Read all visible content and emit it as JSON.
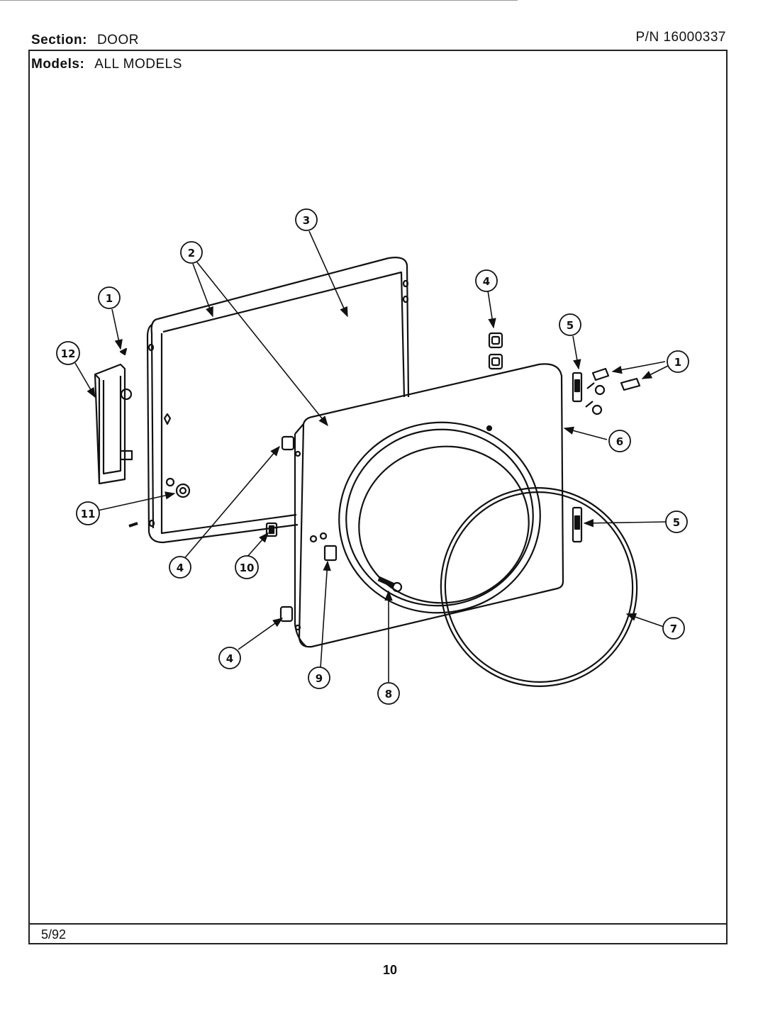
{
  "header": {
    "section_label": "Section:",
    "section_value": "DOOR",
    "pn": "P/N 16000337",
    "models_label": "Models:",
    "models_value": "ALL MODELS"
  },
  "footer": {
    "date": "5/92",
    "page_number": "10"
  },
  "callouts": [
    {
      "label": "1"
    },
    {
      "label": "2"
    },
    {
      "label": "3"
    },
    {
      "label": "4"
    },
    {
      "label": "5"
    },
    {
      "label": "1"
    },
    {
      "label": "12"
    },
    {
      "label": "6"
    },
    {
      "label": "11"
    },
    {
      "label": "5"
    },
    {
      "label": "4"
    },
    {
      "label": "10"
    },
    {
      "label": "7"
    },
    {
      "label": "4"
    },
    {
      "label": "9"
    },
    {
      "label": "8"
    }
  ]
}
